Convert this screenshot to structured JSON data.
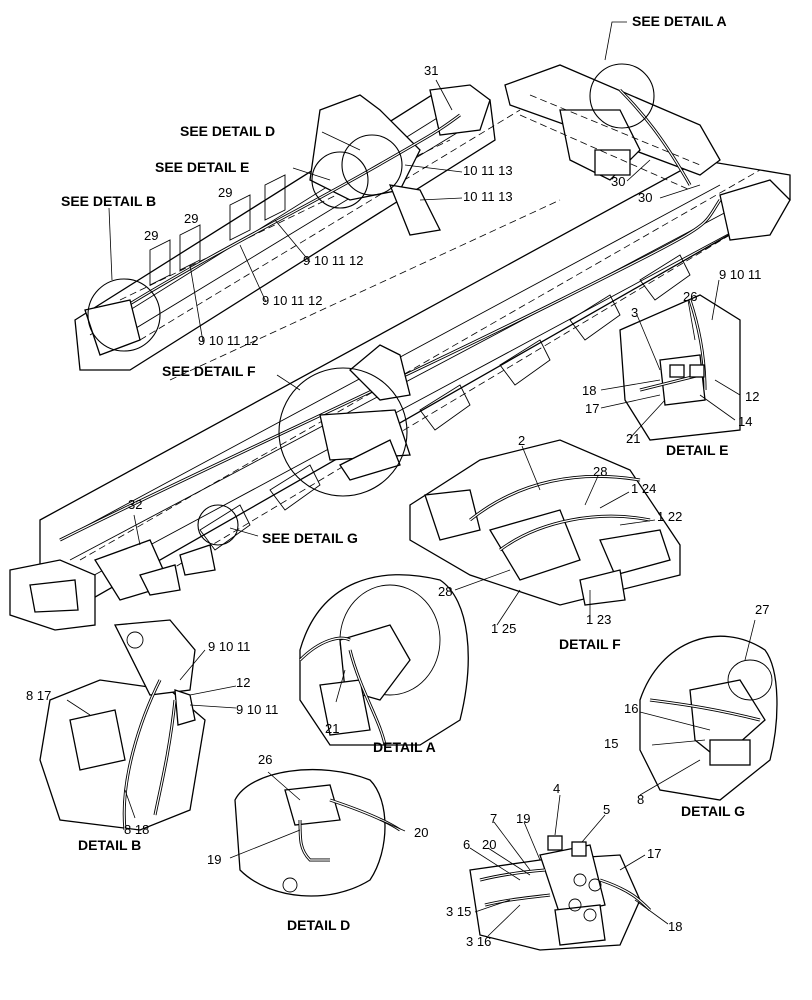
{
  "details": {
    "see_a": "SEE DETAIL  A",
    "see_b": "SEE DETAIL  B",
    "see_d": "SEE DETAIL  D",
    "see_e": "SEE DETAIL  E",
    "see_f": "SEE DETAIL  F",
    "see_g": "SEE DETAIL  G",
    "title_a": "DETAIL  A",
    "title_b": "DETAIL  B",
    "title_d": "DETAIL  D",
    "title_e": "DETAIL  E",
    "title_f": "DETAIL  F",
    "title_g": "DETAIL  G"
  },
  "callouts": {
    "c31": "31",
    "c10_11_13_a": "10  11  13",
    "c10_11_13_b": "10  11  13",
    "c29_a": "29",
    "c29_b": "29",
    "c29_c": "29",
    "c9_10_11_12_a": "9   10   11   12",
    "c9_10_11_12_b": "9   10   11   12",
    "c9_10_11_12_c": "9   10   11   12",
    "c30_a": "30",
    "c30_b": "30",
    "c32": "32",
    "c9_10_11_e": "9   10   11",
    "c26_e": "26",
    "c3_e": "3",
    "c18_e": "18",
    "c17_e": "17",
    "c12_e": "12",
    "c14_e": "14",
    "c21_e": "21",
    "c2_f": "2",
    "c28_f1": "28",
    "c1_24": "1  24",
    "c1_22": "1  22",
    "c28_f2": "28",
    "c1_25": "1  25",
    "c1_23": "1  23",
    "c21_a": "21",
    "c9_10_11_b1": "9   10   11",
    "c12_b": "12",
    "c9_10_11_b2": "9   10   11",
    "c8_17_b": "8   17",
    "c8_18_b": "8    18",
    "c27_g": "27",
    "c16_g": "16",
    "c15_g": "15",
    "c8_g": "8",
    "c26_d": "26",
    "c20_d": "20",
    "c19_d": "19",
    "c4": "4",
    "c5": "5",
    "c7": "7",
    "c19": "19",
    "c6": "6",
    "c20": "20",
    "c17": "17",
    "c3_15": "3   15",
    "c3_16": "3   16",
    "c18": "18"
  }
}
